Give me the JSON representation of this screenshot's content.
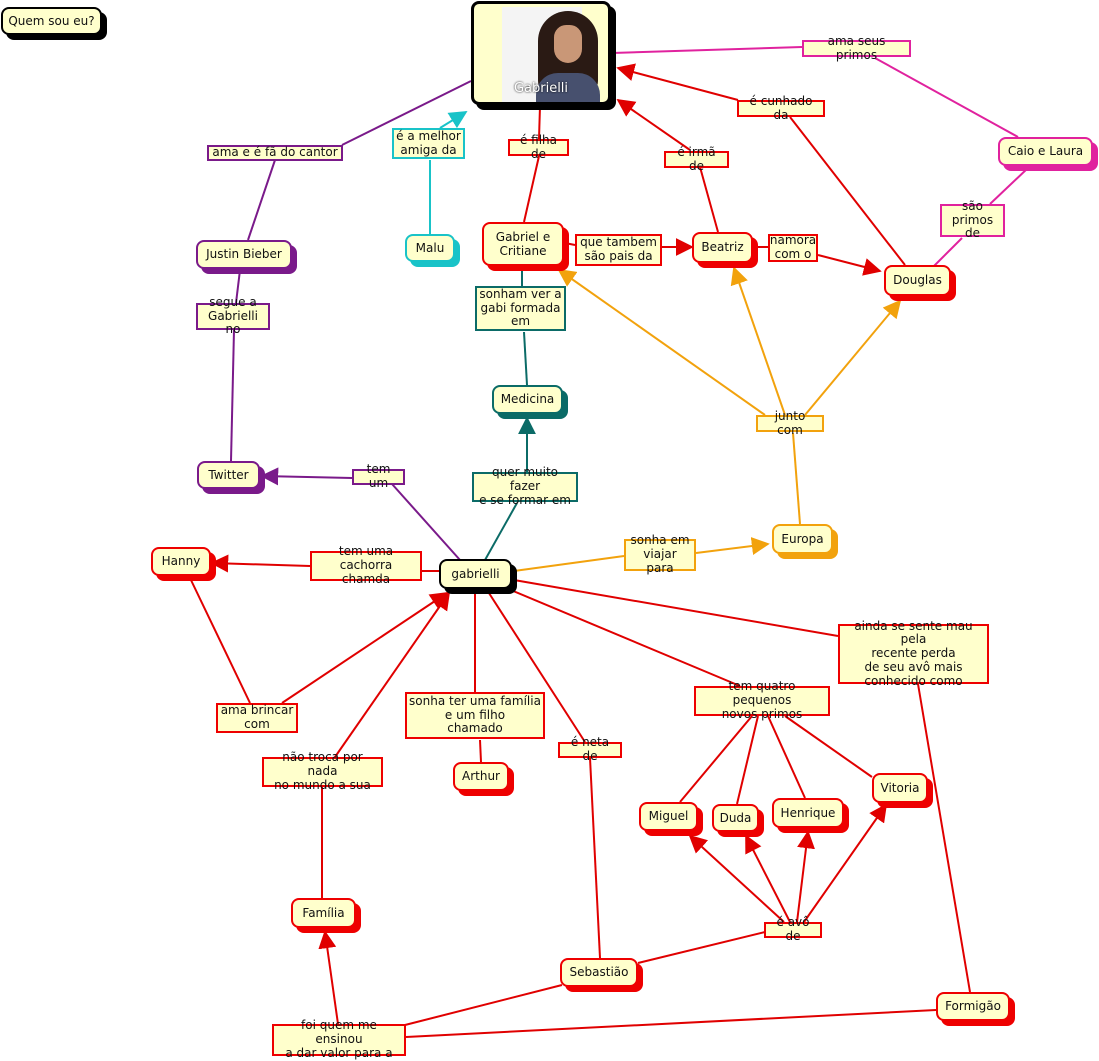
{
  "title_box": "Quem sou eu?",
  "colors": {
    "red": "#e00000",
    "purple": "#7a1a8a",
    "teal": "#0b6b67",
    "cyan": "#19c3c8",
    "orange": "#f2a20d",
    "pink": "#e0229e",
    "node_fill": "#ffffcc"
  },
  "photo": {
    "name": "Gabrielli",
    "icon": "portrait-photo"
  },
  "nodes": {
    "gabrielli": "gabrielli",
    "justin": "Justin Bieber",
    "twitter": "Twitter",
    "malu": "Malu",
    "pais": "Gabriel e\nCritiane",
    "beatriz": "Beatriz",
    "douglas": "Douglas",
    "caio": "Caio e Laura",
    "medicina": "Medicina",
    "europa": "Europa",
    "hanny": "Hanny",
    "arthur": "Arthur",
    "familia": "Família",
    "miguel": "Miguel",
    "duda": "Duda",
    "henrique": "Henrique",
    "vitoria": "Vitoria",
    "sebastiao": "Sebastião",
    "formigao": "Formigão"
  },
  "labels": {
    "ama_fa": "ama e é fã do cantor",
    "melhor_amiga": "é a melhor\namiga da",
    "filha_de": "é filha de",
    "irma_de": "é irmã de",
    "cunhado": "é cunhado da",
    "ama_primos": "ama seus primos",
    "sao_primos": "são\nprimos de",
    "tambem_pais": "que tambem\nsão pais da",
    "namora": "namora\ncom o",
    "segue": "segue a\nGabrielli no",
    "sonham": "sonham ver a\ngabi formada\nem",
    "junto": "junto com",
    "tem_um": "tem um",
    "quer_fazer": "quer muito fazer\ne se formar em",
    "sonha_viajar": "sonha em\nviajar para",
    "cachorra": "tem uma\ncachorra chamda",
    "ama_brincar": "ama brincar\ncom",
    "sonha_familia": "sonha ter uma família\ne um filho\nchamado",
    "neta": "é neta de",
    "quatro_primos": "tem quatro pequenos\nnovos primos",
    "sente_mau": "ainda se sente mau pela\nrecente perda\nde seu avô mais\nconhecido como",
    "nao_troca": "não troca por nada\nno mundo a sua",
    "avo_de": "é avô de",
    "ensinou": "foi quem me ensinou\na dar valor para a"
  }
}
